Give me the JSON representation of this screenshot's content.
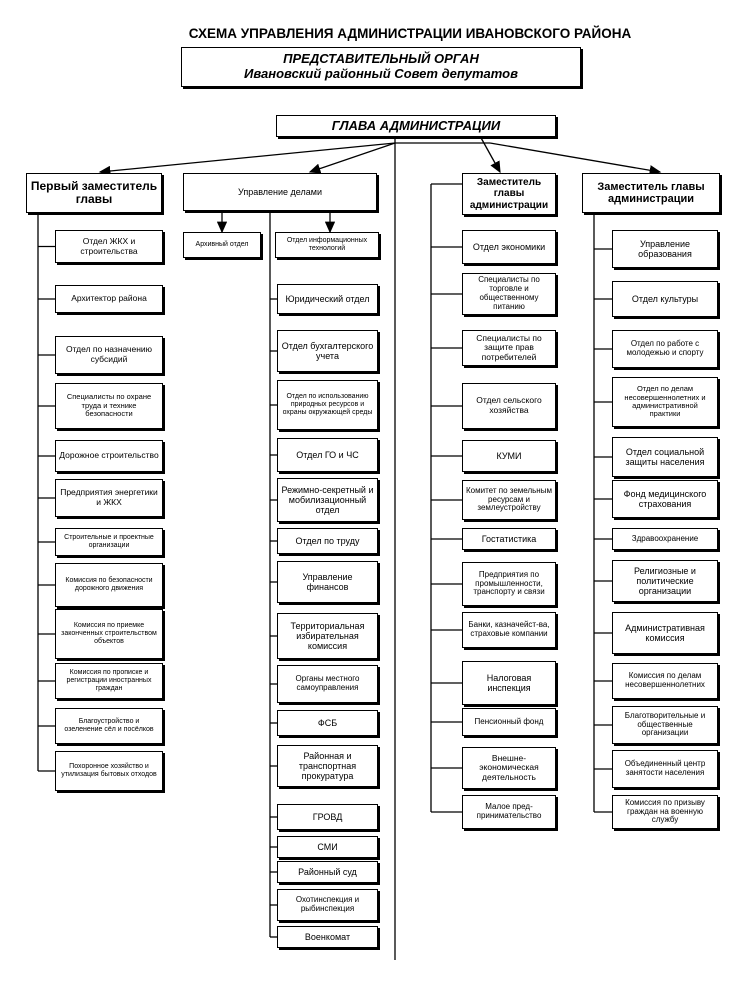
{
  "title": "СХЕМА УПРАВЛЕНИЯ АДМИНИСТРАЦИИ  ИВАНОВСКОГО РАЙОНА",
  "representative": {
    "line1": "ПРЕДСТАВИТЕЛЬНЫЙ ОРГАН",
    "line2": "Ивановский районный Совет депутатов"
  },
  "head": "ГЛАВА АДМИНИСТРАЦИИ",
  "col1": {
    "header": "Первый заместитель главы",
    "items": [
      "Отдел ЖКХ и строительства",
      "Архитектор района",
      "Отдел по назначению субсидий",
      "Специалисты по охране труда и технике безопасности",
      "Дорожное строительство",
      "Предприятия энергетики и ЖКХ",
      "Строительные и проектные организации",
      "Комиссия по безопасности дорожного движения",
      "Комиссия по приемке законченных строительством объектов",
      "Комиссия по прописке и регистрации иностранных граждан",
      "Благоустройство и озеленение сёл и посёлков",
      "Похоронное хозяйство и утилизация бытовых отходов"
    ]
  },
  "col2": {
    "header": "Управление делами",
    "sub_left": "Архивный отдел",
    "sub_right": "Отдел информационных технологий",
    "items": [
      "Юридический отдел",
      "Отдел бухгалтерского учета",
      "Отдел по использованию природных ресурсов и охраны окружающей среды",
      "Отдел ГО и ЧС",
      "Режимно-секретный и мобилизационный отдел",
      "Отдел по труду",
      "Управление финансов",
      "Территориальная избирательная комиссия",
      "Органы местного самоуправления",
      "ФСБ",
      "Районная и транспортная прокуратура",
      "ГРОВД",
      "СМИ",
      "Районный суд",
      "Охотинспекция и рыбинспекция",
      "Военкомат"
    ]
  },
  "col3": {
    "header": "Заместитель главы администрации",
    "items": [
      "Отдел экономики",
      "Специалисты по торговле и общественному питанию",
      "Специалисты по защите прав потребителей",
      "Отдел сельского хозяйства",
      "КУМИ",
      "Комитет по земельным ресурсам и землеустройству",
      "Гостатистика",
      "Предприятия по промышленности, транспорту и связи",
      "Банки, казначейст-ва, страховые компании",
      "Налоговая инспекция",
      "Пенсионный фонд",
      "Внешне-экономическая деятельность",
      "Малое пред-принимательство"
    ]
  },
  "col4": {
    "header": "Заместитель главы администрации",
    "items": [
      "Управление образования",
      "Отдел культуры",
      "Отдел по работе с молодежью и спорту",
      "Отдел по делам несовершеннолетних и административной практики",
      "Отдел социальной защиты населения",
      "Фонд медицинского страхования",
      "Здравоохранение",
      "Религиозные и политические организации",
      "Административная комиссия",
      "Комиссия по делам несовершеннолетних",
      "Благотворительные и общественные организации",
      "Объединенный центр занятости населения",
      "Комиссия по призыву граждан на военную службу"
    ]
  }
}
